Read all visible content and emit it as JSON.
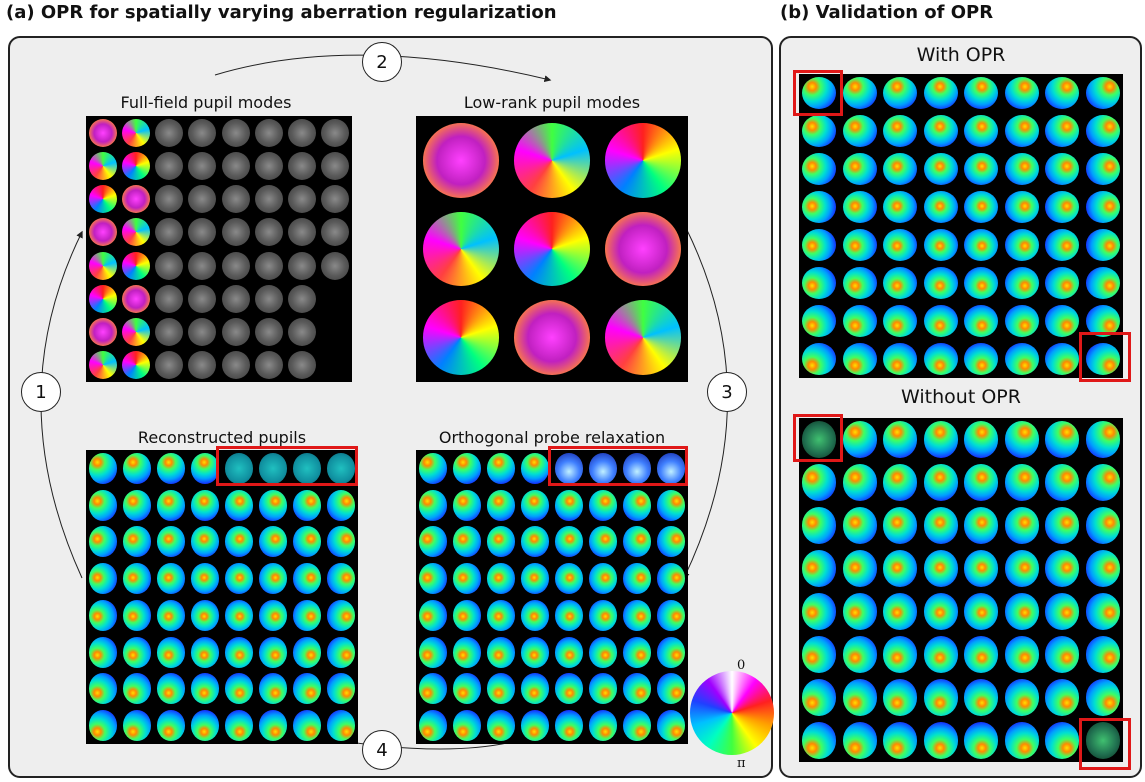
{
  "titles": {
    "panel_a": "(a) OPR for spatially varying aberration regularization",
    "panel_b": "(b) Validation of OPR"
  },
  "subtitles": {
    "full_field": "Full-field pupil modes",
    "low_rank": "Low-rank pupil modes",
    "reconstructed": "Reconstructed pupils",
    "orthogonal": "Orthogonal probe relaxation",
    "with_opr": "With OPR",
    "without_opr": "Without OPR"
  },
  "steps": [
    "1",
    "2",
    "3",
    "4"
  ],
  "colorwheel": {
    "top_label": "0",
    "bottom_label": "π"
  },
  "colors": {
    "panel_bg": "#eeeeee",
    "highlight": "#e01818",
    "pupil_bg": "#000000"
  }
}
